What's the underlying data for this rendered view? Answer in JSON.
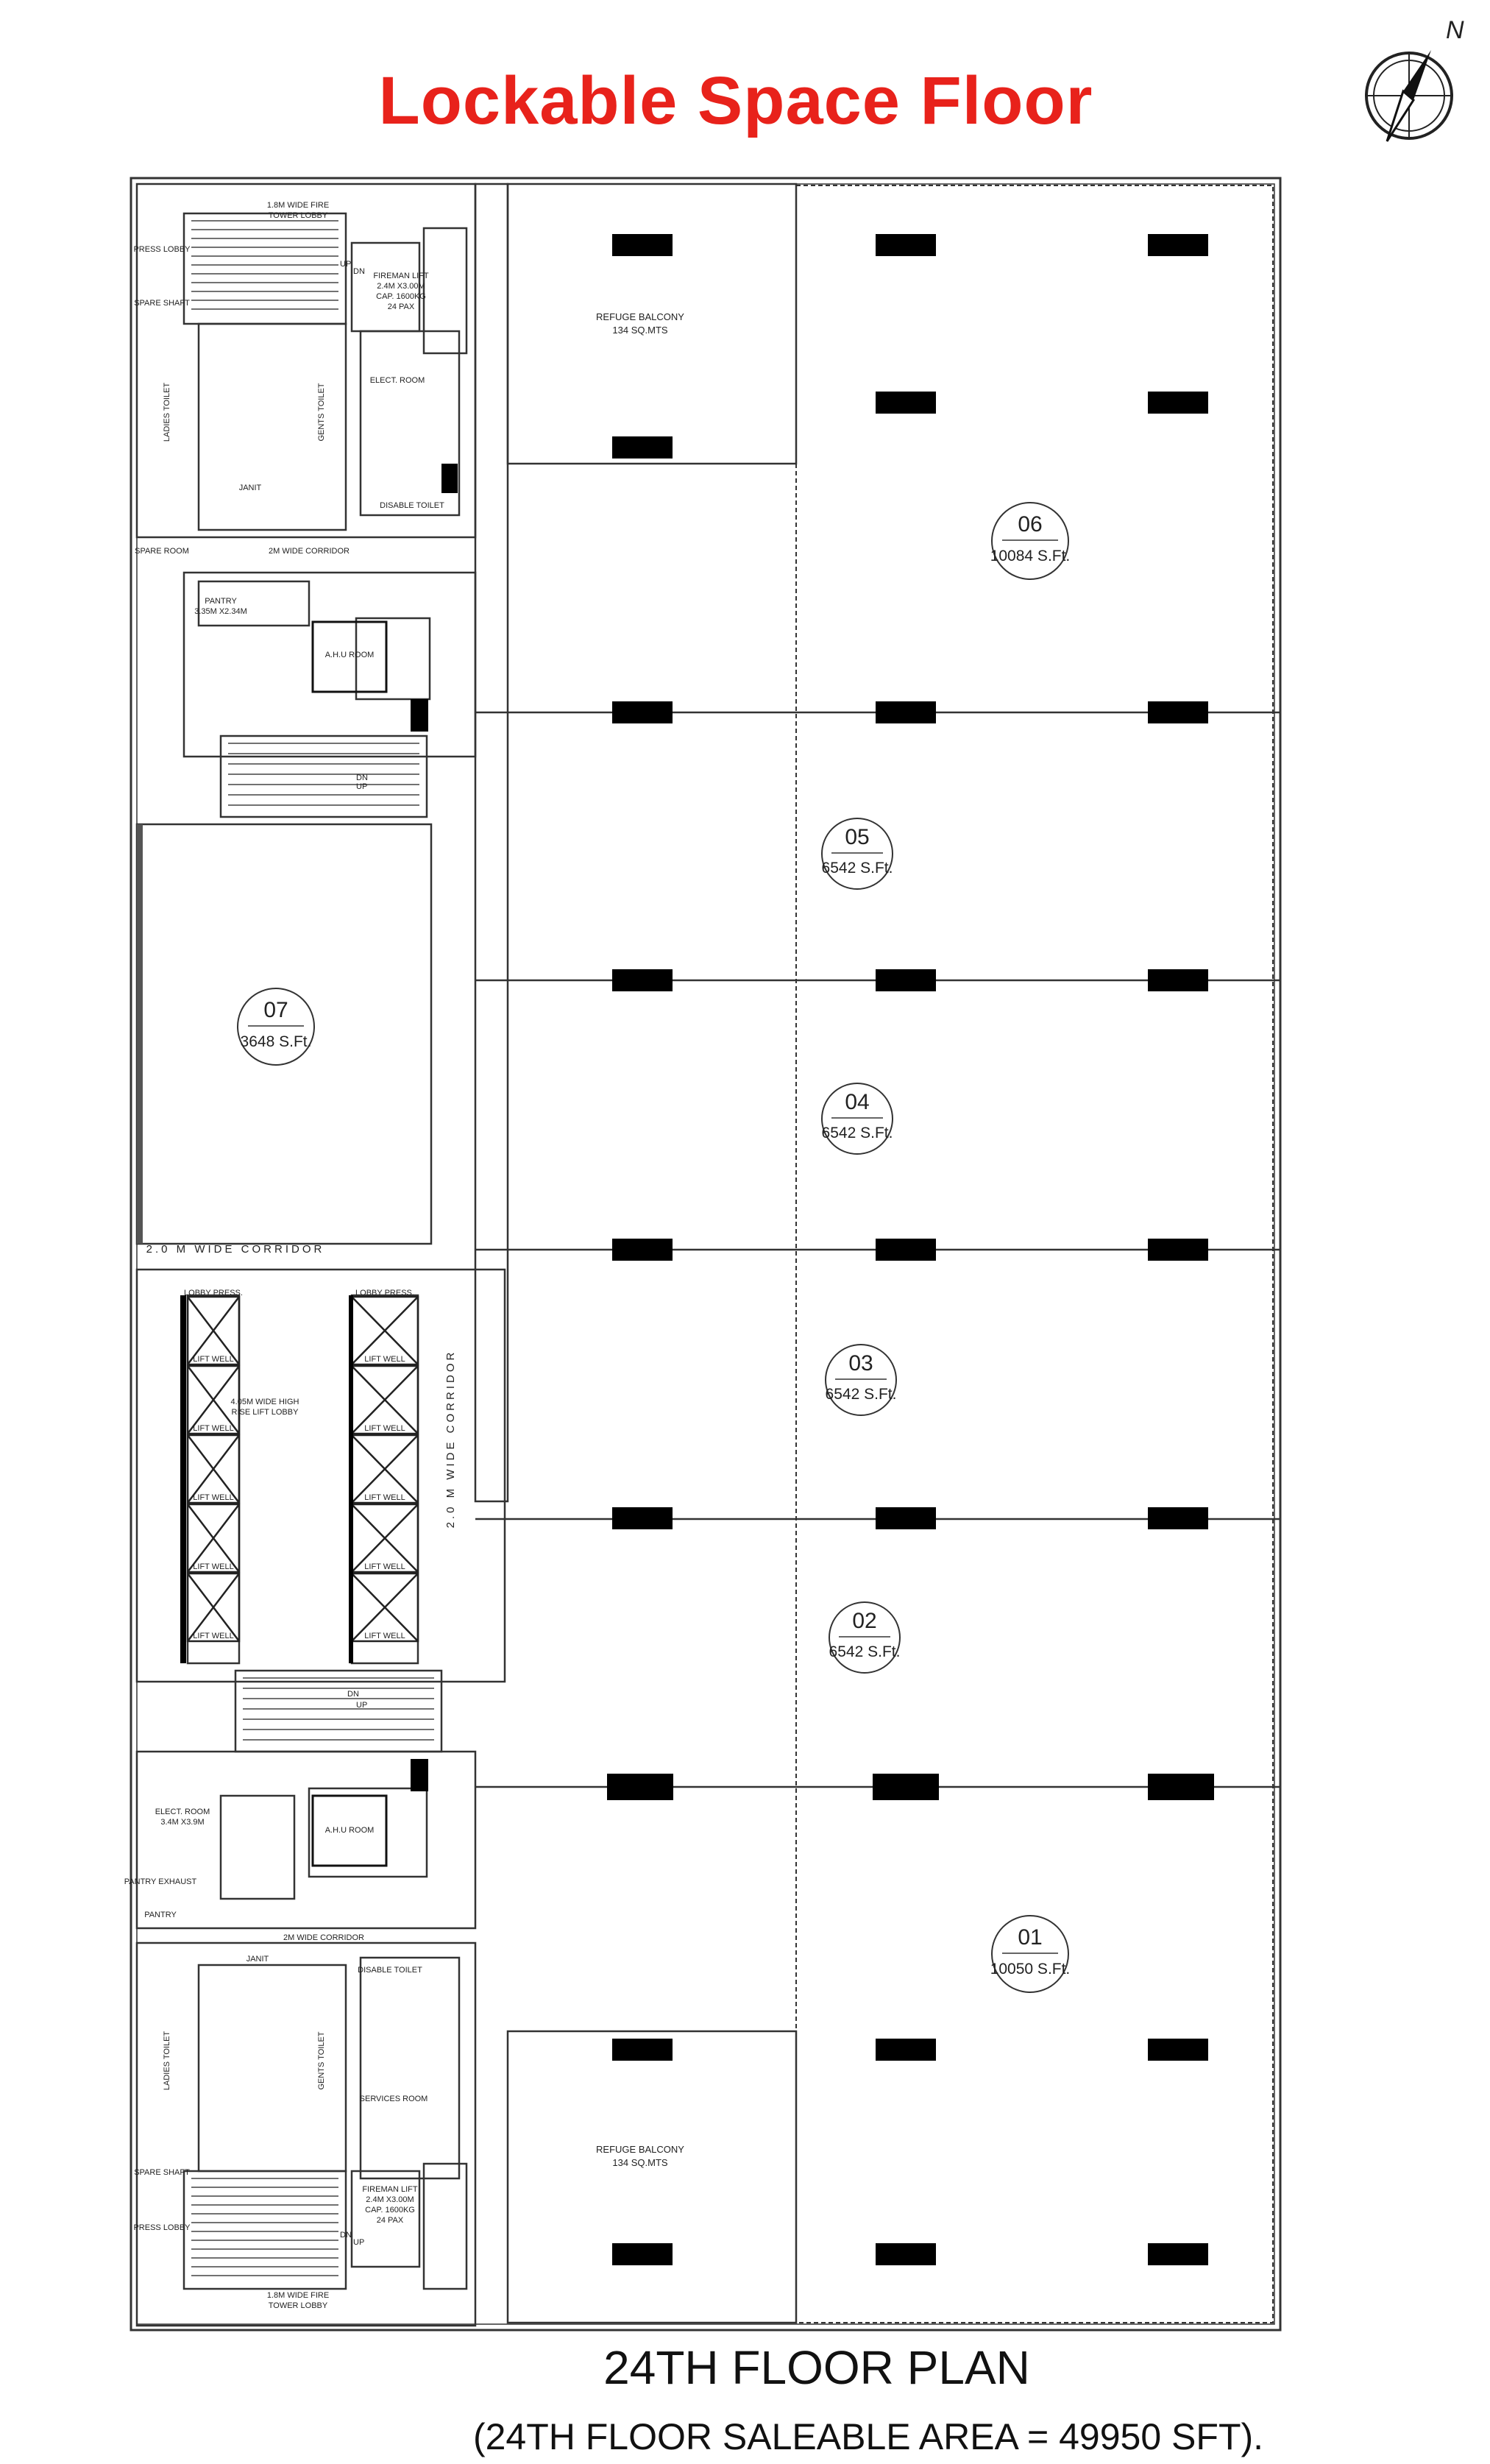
{
  "title": "Lockable Space Floor",
  "compass_label": "N",
  "caption": "24TH  FLOOR PLAN",
  "subcaption": "(24TH FLOOR SALEABLE AREA = 49950  SFT).",
  "units": [
    {
      "id": "06",
      "area": "10084 S.Ft."
    },
    {
      "id": "05",
      "area": "6542 S.Ft."
    },
    {
      "id": "04",
      "area": "6542 S.Ft."
    },
    {
      "id": "03",
      "area": "6542 S.Ft."
    },
    {
      "id": "02",
      "area": "6542 S.Ft."
    },
    {
      "id": "01",
      "area": "10050 S.Ft."
    },
    {
      "id": "07",
      "area": "3648 S.Ft."
    }
  ],
  "labels": {
    "fire_lobby_top_1": "1.8M WIDE FIRE",
    "fire_lobby_top_2": "TOWER LOBBY",
    "fire_lobby_bot_1": "1.8M WIDE FIRE",
    "fire_lobby_bot_2": "TOWER LOBBY",
    "refuge_top_1": "REFUGE BALCONY",
    "refuge_top_2": "134 SQ.MTS",
    "refuge_bot_1": "REFUGE BALCONY",
    "refuge_bot_2": "134 SQ.MTS",
    "corridor_2m_top": "2M WIDE CORRIDOR",
    "corridor_2m_bot": "2M WIDE CORRIDOR",
    "corridor_h": "2.0 M WIDE CORRIDOR",
    "corridor_v": "2.0 M WIDE CORRIDOR",
    "lift_lobby_1": "4.05M WIDE HIGH",
    "lift_lobby_2": "RISE LIFT LOBBY",
    "lift_well": "LIFT WELL",
    "lobby_press": "LOBBY PRESS.",
    "pantry_1": "PANTRY",
    "pantry_2": "3.35M X2.34M",
    "ahu_room": "A.H.U ROOM",
    "spare_room": "SPARE ROOM",
    "elect_room_1": "ELECT. ROOM",
    "elect_room_2": "3.4M X3.9M",
    "ladies_toilet": "LADIES TOILET",
    "gents_toilet": "GENTS TOILET",
    "disable_toilet": "DISABLE TOILET",
    "janit": "JANIT",
    "services_room": "SERVICES ROOM",
    "fireman_lift_1": "FIREMAN LIFT",
    "fireman_lift_2": "2.4M X3.00M",
    "fireman_lift_3": "CAP. 1600KG",
    "fireman_lift_4": "24 PAX",
    "up": "UP",
    "dn": "DN",
    "press_lobby": "PRESS LOBBY",
    "spare_shaft": "SPARE SHAFT",
    "pantry_exhaust": "PANTRY EXHAUST",
    "pantry_small": "PANTRY"
  }
}
